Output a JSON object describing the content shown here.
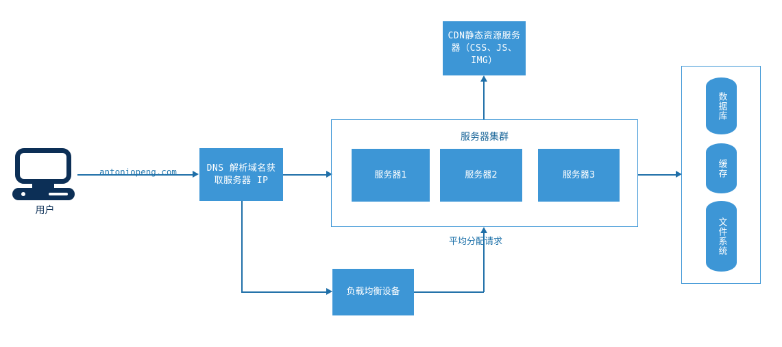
{
  "diagram": {
    "title": "website-architecture-diagram",
    "colors": {
      "node_fill": "#3d96d6",
      "line": "#1f6fa8",
      "container_border": "#3d96d6",
      "icon_dark": "#0c2f56",
      "label_text": "#1a6fa8"
    },
    "client": {
      "icon": "desktop-computer-icon",
      "label": "用户"
    },
    "edges": {
      "user_to_dns": "antoniopeng.com",
      "lb_to_cluster": "平均分配请求"
    },
    "nodes": {
      "dns": "DNS 解析域名获取服务器 IP",
      "cdn": "CDN静态资源服务器（CSS、JS、IMG）",
      "load_balancer": "负载均衡设备"
    },
    "cluster": {
      "title": "服务器集群",
      "servers": [
        {
          "label": "服务器1"
        },
        {
          "label": "服务器2"
        },
        {
          "label": "服务器3"
        }
      ]
    },
    "storage": {
      "items": [
        {
          "label": "数据库"
        },
        {
          "label": "缓存"
        },
        {
          "label": "文件系统"
        }
      ]
    }
  }
}
